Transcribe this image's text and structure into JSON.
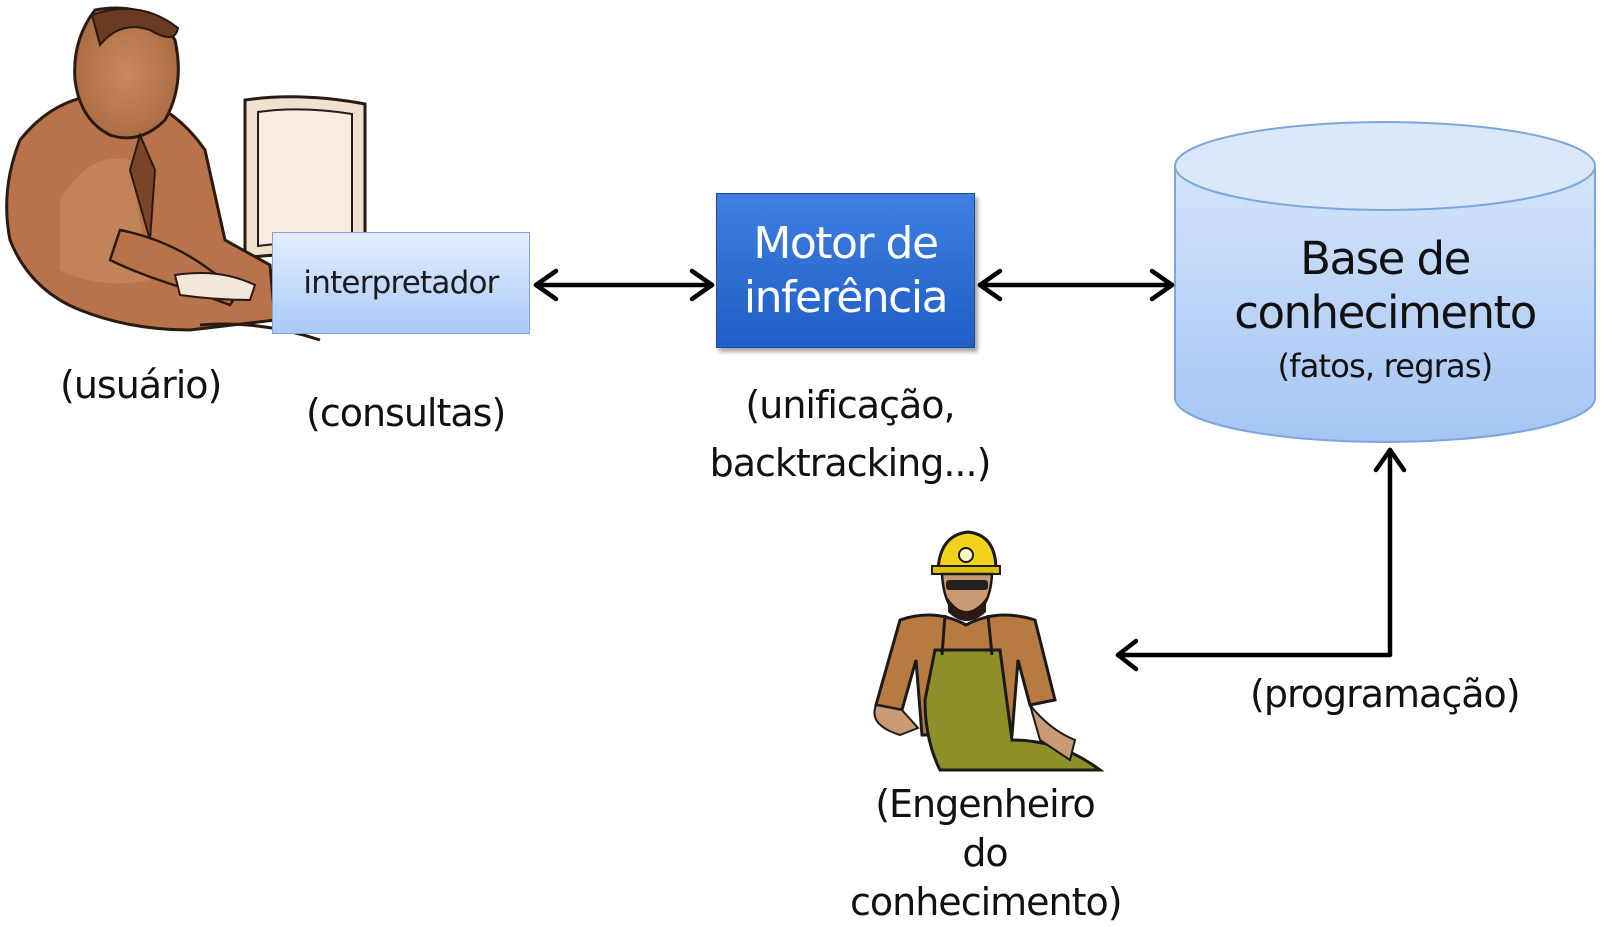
{
  "user": {
    "label": "(usuário)",
    "query_label": "(consultas)"
  },
  "interpreter": {
    "label": "interpretador"
  },
  "engine": {
    "line1": "Motor de",
    "line2": "inferência",
    "caption_line1": "(unificação,",
    "caption_line2": "backtracking...)"
  },
  "knowledge_base": {
    "line1": "Base de",
    "line2": "conhecimento",
    "sub": "(fatos, regras)"
  },
  "engineer": {
    "line1": "(Engenheiro",
    "line2": "do",
    "line3": "conhecimento)",
    "programming_label": "(programação)"
  },
  "colors": {
    "box_light": "#a9c9f7",
    "box_dark": "#1f5fc6",
    "db_fill": "#b8d3f8",
    "arrow": "#000000"
  }
}
